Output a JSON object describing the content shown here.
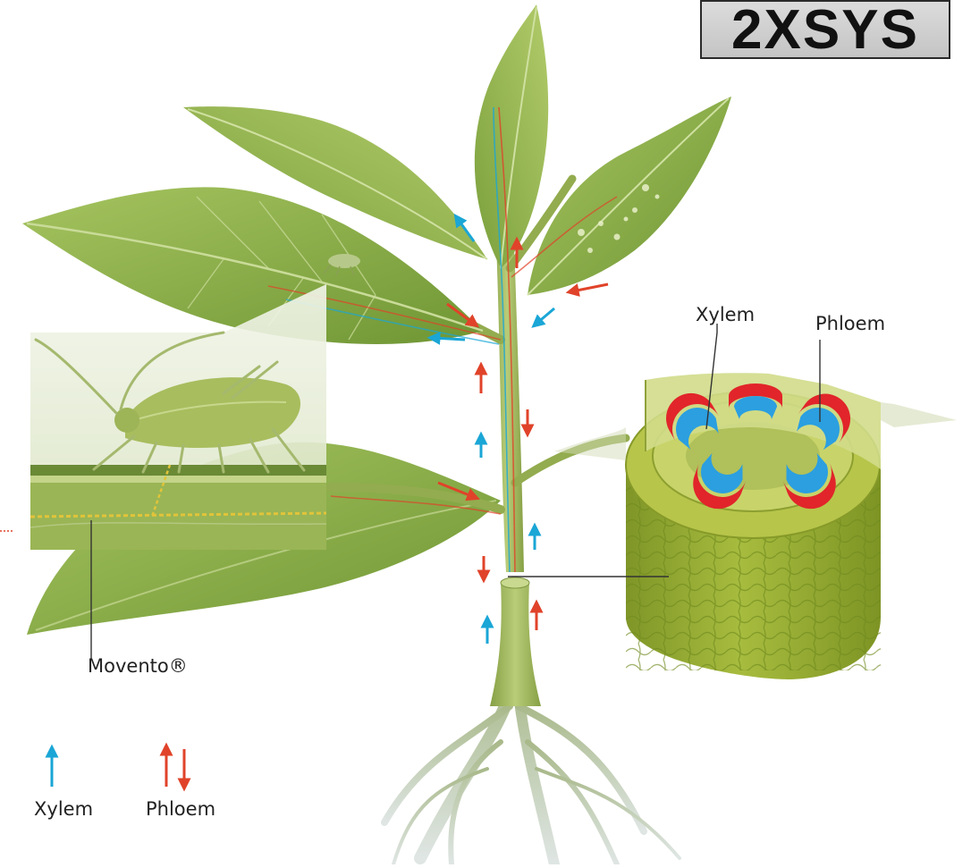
{
  "logo": {
    "text": "2XSYS",
    "accent_color": "#e8a323"
  },
  "labels": {
    "cross_section_xylem": "Xylem",
    "cross_section_phloem": "Phloem",
    "product": "Movento®",
    "legend_xylem": "Xylem",
    "legend_phloem": "Phloem"
  },
  "colors": {
    "xylem": "#1aa6d6",
    "phloem": "#e0432a",
    "leaf": "#8eb04a",
    "leaf_dark": "#5f8a2c",
    "stem": "#9fb85a",
    "tissue": "#9bb236",
    "xylem_tissue": "#2b9fe0",
    "phloem_tissue": "#e1252a"
  }
}
